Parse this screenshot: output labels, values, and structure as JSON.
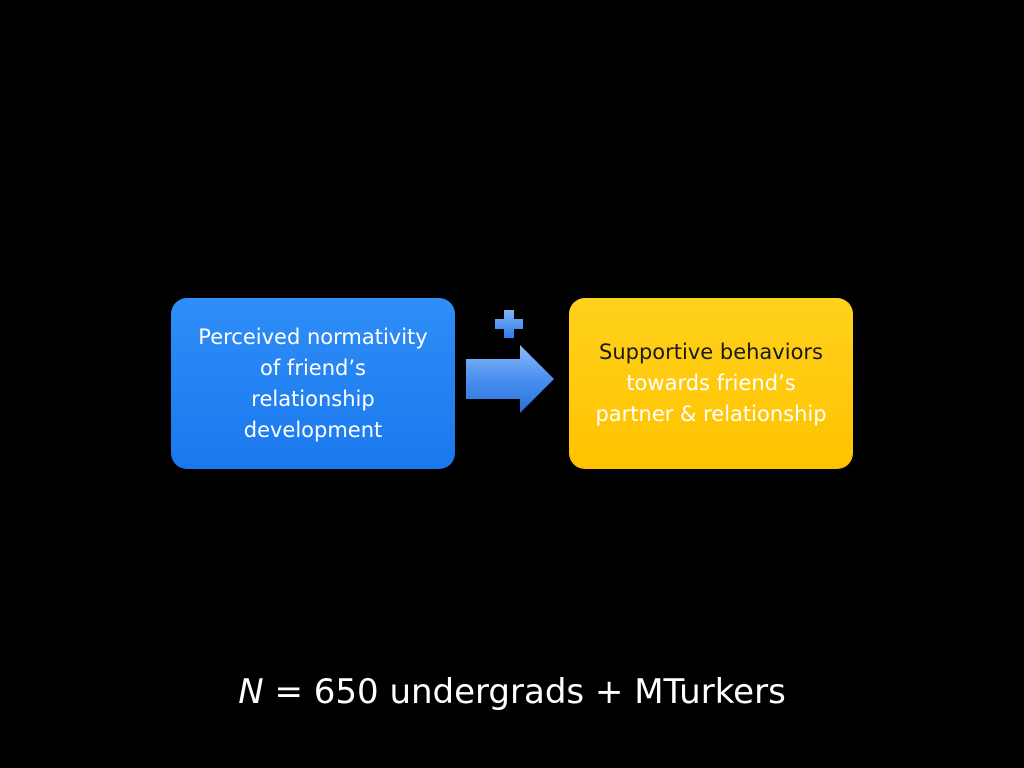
{
  "diagram": {
    "left_box": {
      "text": "Perceived normativity\nof friend’s\nrelationship\ndevelopment",
      "color": "#1f80f2"
    },
    "right_box": {
      "line1": "Supportive behaviors",
      "rest": "towards friend’s\npartner & relationship",
      "color": "#ffc800"
    },
    "connector": {
      "sign": "+",
      "icon": "plus-icon",
      "arrow": "arrow-right-icon",
      "color": "#4a90f0"
    }
  },
  "caption": {
    "variable": "N",
    "text": " = 650 undergrads + MTurkers"
  }
}
